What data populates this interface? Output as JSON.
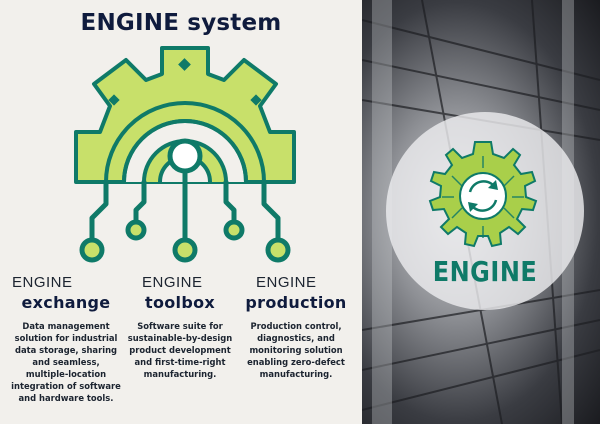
{
  "title": "ENGINE system",
  "columns": [
    {
      "prefix": "ENGINE",
      "name": "exchange",
      "description": "Data management solution for industrial data storage, sharing and seamless, multiple-location integration of software and hardware tools."
    },
    {
      "prefix": "ENGINE",
      "name": "toolbox",
      "description": "Software suite for sustainable-by-design product development and first-time-right manufacturing."
    },
    {
      "prefix": "ENGINE",
      "name": "production",
      "description": "Production control, diagnostics, and monitoring solution enabling zero-defect manufacturing."
    }
  ],
  "badge": {
    "label": "ENGINE"
  },
  "colors": {
    "teal": "#0f7a68",
    "lime": "#c8e06a",
    "navy": "#0f1b3d",
    "background": "#f2f0ec"
  },
  "icons": [
    "gear-circuit-icon",
    "gear-refresh-icon",
    "machine-gears-photo"
  ]
}
